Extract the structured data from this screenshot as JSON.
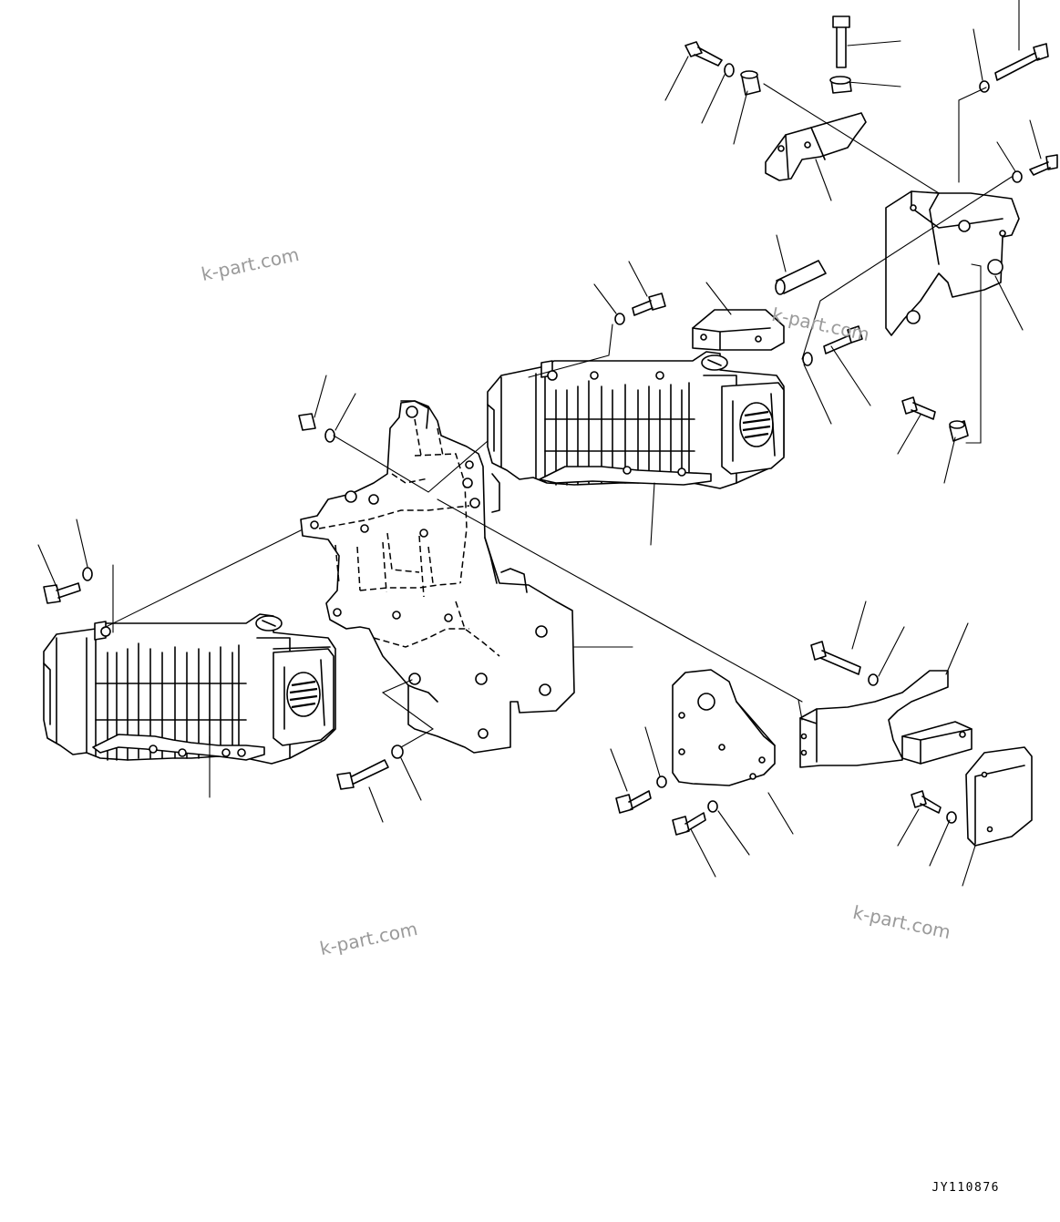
{
  "watermarks": [
    "k-part.com",
    "k-part.com",
    "k-part.com",
    "k-part.com"
  ],
  "drawing_code": "JY110876"
}
